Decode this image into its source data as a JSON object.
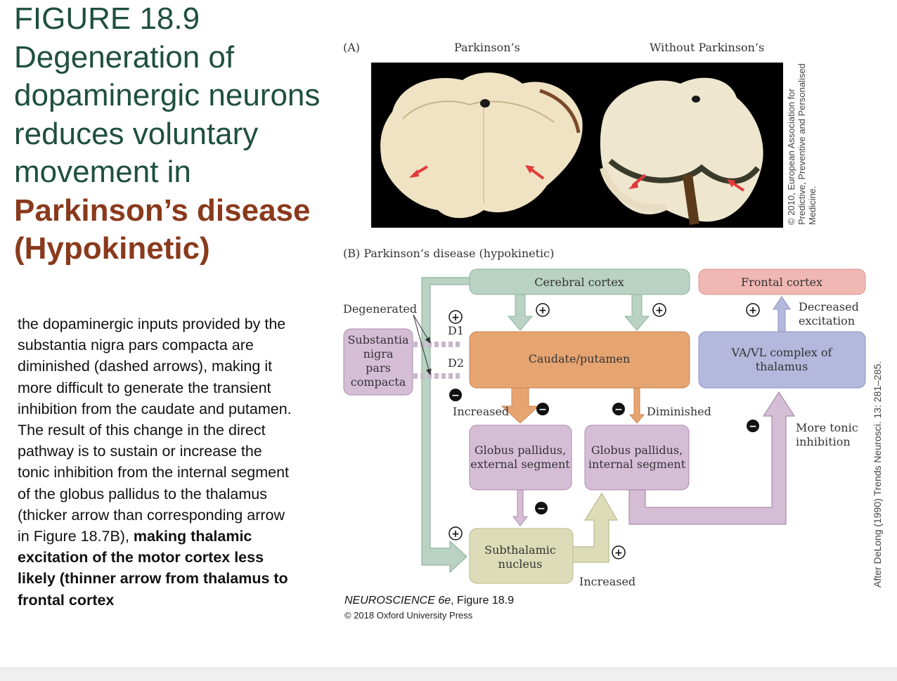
{
  "slide": {
    "title_line1": "FIGURE 18.9",
    "title_main": "Degeneration of dopaminergic neurons reduces voluntary movement in ",
    "title_highlight": "Parkinson’s disease (Hypokinetic)",
    "body_plain": "the dopaminergic inputs provided by the substantia nigra pars compacta are diminished (dashed arrows), making it more difficult to generate the transient inhibition from the caudate and putamen. The result of this change in the direct pathway is to sustain or increase the tonic inhibition from the internal segment of the globus pallidus to the thalamus (thicker arrow than corresponding arrow in Figure 18.7B), ",
    "body_bold": "making thalamic excitation of the motor cortex less likely (thinner arrow from thalamus to frontal cortex"
  },
  "panel_a": {
    "label": "(A)",
    "left_caption": "Parkinson’s",
    "right_caption": "Without Parkinson’s",
    "credit_line1": "© 2010, European Association for",
    "credit_line2": "Predictive, Preventive and Personalised",
    "credit_line3": "Medicine."
  },
  "panel_b": {
    "label": "(B) Parkinson’s disease (hypokinetic)",
    "cerebral_cortex": "Cerebral cortex",
    "frontal_cortex": "Frontal cortex",
    "substantia_nigra": [
      "Substantia",
      "nigra",
      "pars",
      "compacta"
    ],
    "caudate_putamen": "Caudate/putamen",
    "thalamus": [
      "VA/VL complex of",
      "thalamus"
    ],
    "gp_external": [
      "Globus pallidus,",
      "external segment"
    ],
    "gp_internal": [
      "Globus pallidus,",
      "internal segment"
    ],
    "subthalamic": [
      "Subthalamic",
      "nucleus"
    ],
    "degenerated": "Degenerated",
    "d1": "D1",
    "d2": "D2",
    "increased_1": "Increased",
    "diminished": "Diminished",
    "decreased_excitation": [
      "Decreased",
      "excitation"
    ],
    "more_tonic": [
      "More tonic",
      "inhibition"
    ],
    "increased_2": "Increased",
    "plus": "+",
    "minus": "−"
  },
  "publisher": {
    "line1_italic": "NEUROSCIENCE 6e",
    "line1_rest": ", Figure 18.9",
    "line2": "© 2018 Oxford University Press"
  },
  "side_credit": "After DeLong (1990) Trends Neurosci. 13: 281–285.",
  "colors": {
    "title": "#1f4f3f",
    "highlight": "#8a3a1c",
    "cortex_green": "#b9d2c3",
    "frontal_pink": "#f1b7b3",
    "caudate_orange": "#e6a471",
    "thalamus_blue": "#b3b8dc",
    "pallidus_purple": "#d6bdd6",
    "subthalamic_tan": "#dcddb8"
  }
}
